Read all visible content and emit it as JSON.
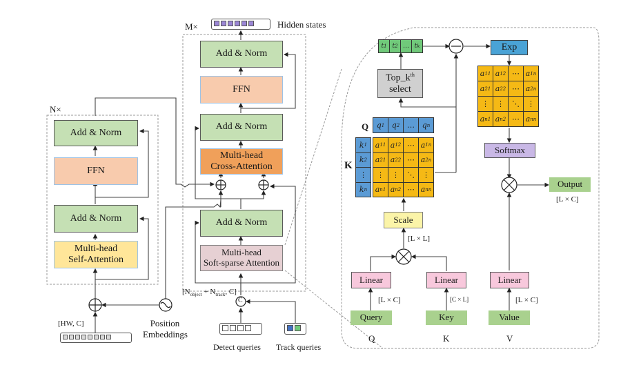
{
  "encoder": {
    "repeat_label": "N×",
    "add_norm_top": "Add & Norm",
    "ffn": "FFN",
    "add_norm_bottom": "Add & Norm",
    "self_attention_line1": "Multi-head",
    "self_attention_line2": "Self-Attention",
    "input_shape": "[HW, C]",
    "input_tokens": 8,
    "position_embeddings_line1": "Position",
    "position_embeddings_line2": "Embeddings"
  },
  "decoder": {
    "repeat_label": "M×",
    "output_label": "Hidden states",
    "hidden_tokens": 6,
    "add_norm_top": "Add & Norm",
    "ffn": "FFN",
    "add_norm_middle": "Add & Norm",
    "cross_attention_line1": "Multi-head",
    "cross_attention_line2": "Cross-Attention",
    "add_norm_bottom": "Add & Norm",
    "soft_sparse_line1": "Multi-head",
    "soft_sparse_line2": "Soft-sparse Attention",
    "query_shape": "[N_object + N_track, C]",
    "query_shape_base": "[N",
    "query_shape_sub1": "object",
    "query_shape_mid": " + N",
    "query_shape_sub2": "track",
    "query_shape_end": ", C]",
    "concat_symbol": "C",
    "detect_queries_label": "Detect queries",
    "detect_tokens": 4,
    "track_queries_label": "Track queries",
    "track_token_colors": [
      "#4472c4",
      "#70c97a"
    ]
  },
  "attention_detail": {
    "topk_tokens": [
      "t1",
      "t2",
      "…",
      "tk"
    ],
    "topk_line1": "Top_k",
    "topk_sup": "th",
    "topk_line2": "select",
    "subtract_symbol": "−",
    "exp": "Exp",
    "softmax": "Softmax",
    "output": "Output",
    "output_shape": "[L × C]",
    "q_label": "Q",
    "k_label": "K",
    "q_vector": [
      "q1",
      "q2",
      "…",
      "qn"
    ],
    "k_vector": [
      "k1",
      "k2",
      "⋮",
      "kn"
    ],
    "score_matrix": [
      [
        "a11",
        "a12",
        "⋯",
        "a1n"
      ],
      [
        "a21",
        "a22",
        "⋯",
        "a2n"
      ],
      [
        "⋮",
        "⋮",
        "⋱",
        "⋮"
      ],
      [
        "an1",
        "an2",
        "⋯",
        "ann"
      ]
    ],
    "scale": "Scale",
    "scale_shape": "[L × L]",
    "linear_q": "Linear",
    "linear_k": "Linear",
    "linear_v": "Linear",
    "query": "Query",
    "key": "Key",
    "value": "Value",
    "query_shape": "[L × C]",
    "key_shape": "[C × L]",
    "value_shape": "[L × C]",
    "bottom_q": "Q",
    "bottom_k": "K",
    "bottom_v": "V"
  },
  "colors": {
    "add_norm": "#c5e0b4",
    "ffn": "#f8cbad",
    "self_attention": "#ffe699",
    "cross_attention": "#f0a05a",
    "soft_sparse": "#e6d0d3",
    "score_matrix": "#f5b915",
    "qk_vectors": "#5b9bd5",
    "exp": "#4aa3d6",
    "softmax": "#c9b8e6",
    "linear": "#f8c8dc",
    "qkv_inputs": "#a9d18e",
    "hidden_state_tokens": "#9b86d6"
  }
}
